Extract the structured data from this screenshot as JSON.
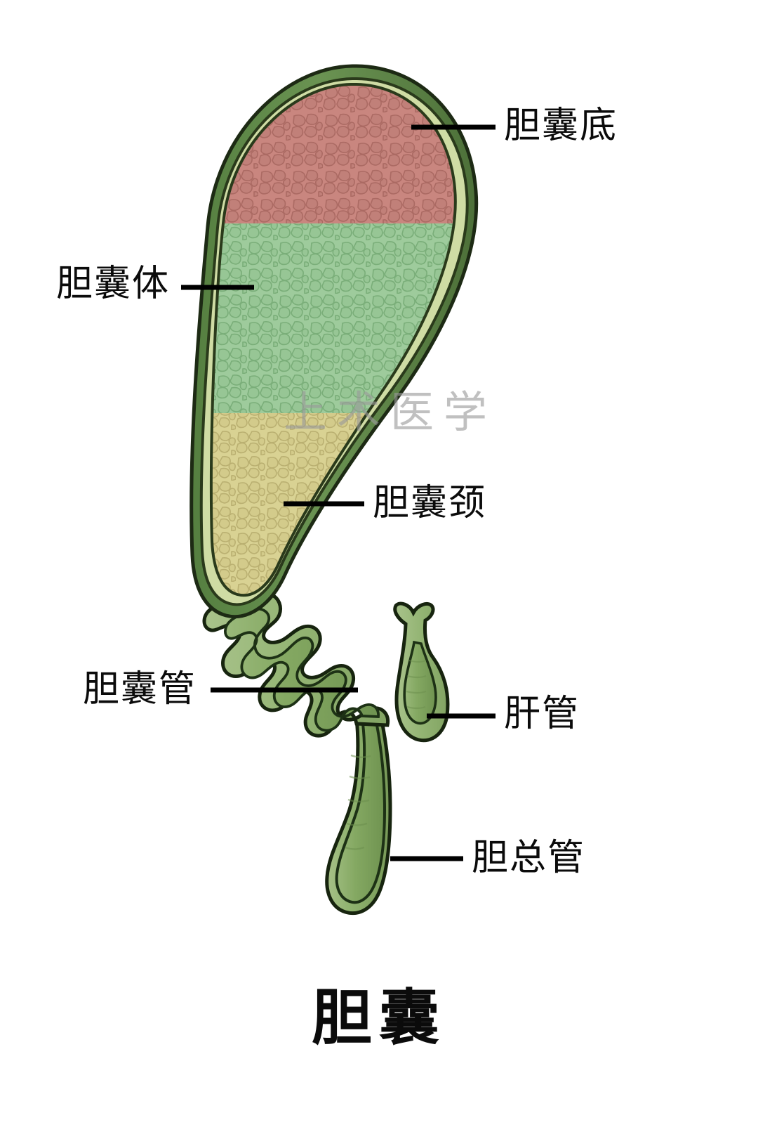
{
  "figure": {
    "title": "胆囊",
    "watermark": "上术医学",
    "background_color": "#ffffff"
  },
  "labels": [
    {
      "id": "fundus",
      "text": "胆囊底",
      "leader": "horizontal-line",
      "side": "right"
    },
    {
      "id": "body",
      "text": "胆囊体",
      "leader": "horizontal-line",
      "side": "left"
    },
    {
      "id": "neck",
      "text": "胆囊颈",
      "leader": "horizontal-line",
      "side": "right"
    },
    {
      "id": "cystic",
      "text": "胆囊管",
      "leader": "horizontal-line",
      "side": "left"
    },
    {
      "id": "hepatic",
      "text": "肝管",
      "leader": "horizontal-line",
      "side": "right"
    },
    {
      "id": "cbd",
      "text": "胆总管",
      "leader": "horizontal-line",
      "side": "right"
    }
  ],
  "colors": {
    "outer_wall": "#5f8a4a",
    "outer_wall_dark": "#4a6b38",
    "wall_outline": "#1d2a14",
    "submucosa": "#cfdca4",
    "mucosa_fundus": "#c9867f",
    "mucosa_fundus_cell": "#b3726b",
    "mucosa_body": "#9ecb9c",
    "mucosa_body_cell": "#82b481",
    "mucosa_neck": "#d9d293",
    "mucosa_neck_cell": "#c2b97a",
    "duct_fill": "#9cba7c",
    "duct_inner": "#7fa35f",
    "duct_outline": "#17240f",
    "label_text": "#0b0b0b",
    "leader_line": "#000000",
    "watermark_text": "#9a9a9a"
  },
  "anatomy": {
    "organ": "gallbladder",
    "regions": [
      {
        "name": "胆囊底",
        "role": "fundus",
        "color": "#c9867f"
      },
      {
        "name": "胆囊体",
        "role": "body",
        "color": "#9ecb9c"
      },
      {
        "name": "胆囊颈",
        "role": "neck",
        "color": "#d9d293"
      }
    ],
    "ducts": [
      {
        "name": "胆囊管",
        "role": "cystic-duct",
        "color": "#9cba7c"
      },
      {
        "name": "肝管",
        "role": "hepatic-duct",
        "color": "#9cba7c"
      },
      {
        "name": "胆总管",
        "role": "common-bile-duct",
        "color": "#9cba7c"
      }
    ]
  }
}
